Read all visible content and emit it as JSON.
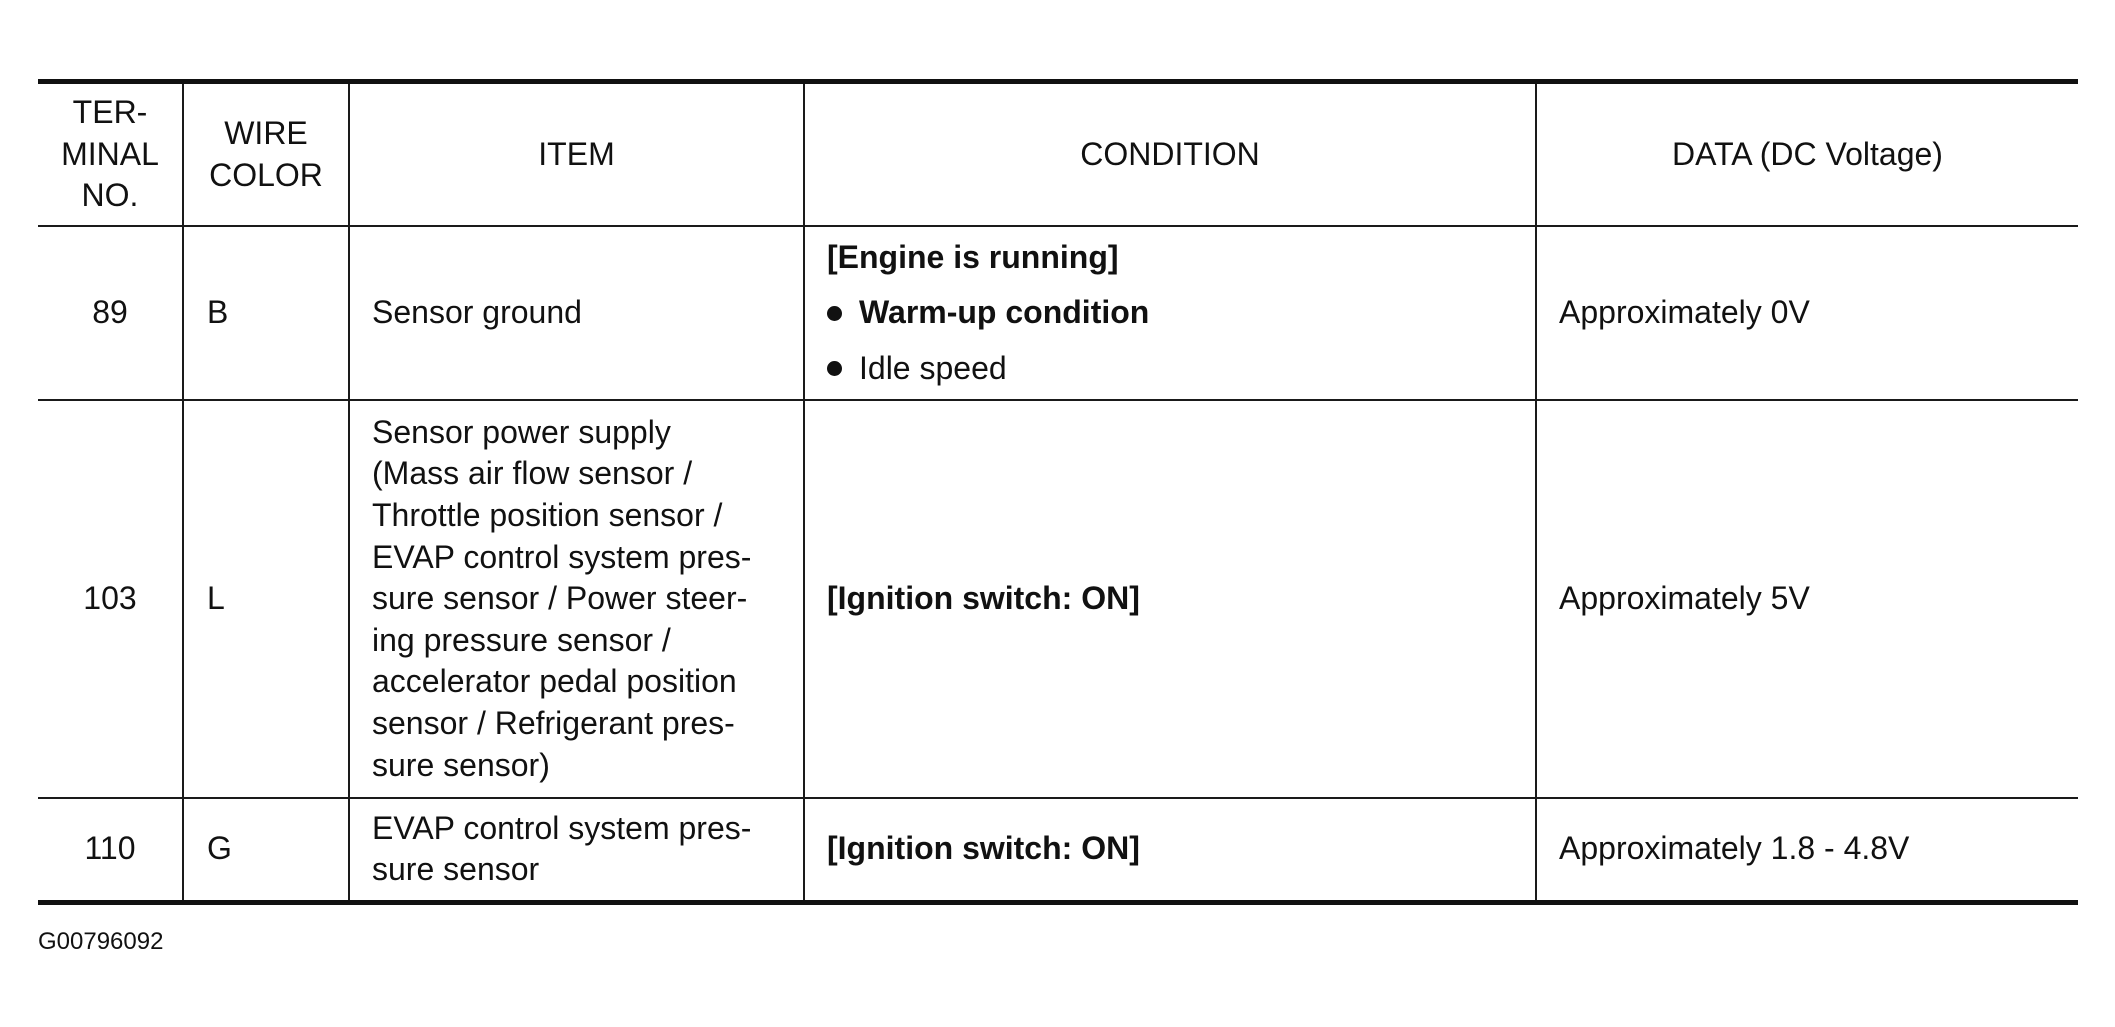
{
  "table": {
    "headers": {
      "terminal": [
        "TER-",
        "MINAL",
        "NO."
      ],
      "wire": [
        "WIRE",
        "COLOR"
      ],
      "item": "ITEM",
      "condition": "CONDITION",
      "data": "DATA (DC Voltage)"
    },
    "rows": [
      {
        "terminal": "89",
        "wire": "B",
        "item": [
          "Sensor ground"
        ],
        "condition_head": "[Engine is running]",
        "condition_bullets": [
          {
            "text": "Warm-up condition",
            "bold": true
          },
          {
            "text": "Idle speed",
            "bold": false
          }
        ],
        "data": "Approximately 0V"
      },
      {
        "terminal": "103",
        "wire": "L",
        "item": [
          "Sensor power supply",
          "(Mass air flow sensor /",
          "Throttle position sensor /",
          "EVAP control system pres-",
          "sure sensor / Power steer-",
          "ing pressure sensor /",
          "accelerator pedal position",
          "sensor / Refrigerant pres-",
          "sure sensor)"
        ],
        "condition_head": "[Ignition switch: ON]",
        "data": "Approximately 5V"
      },
      {
        "terminal": "110",
        "wire": "G",
        "item": [
          "EVAP control system pres-",
          "sure sensor"
        ],
        "condition_head": "[Ignition switch: ON]",
        "data": "Approximately 1.8 - 4.8V"
      }
    ]
  },
  "figure_id": "G00796092",
  "icons": {
    "bullet": "bullet-dot-icon"
  }
}
